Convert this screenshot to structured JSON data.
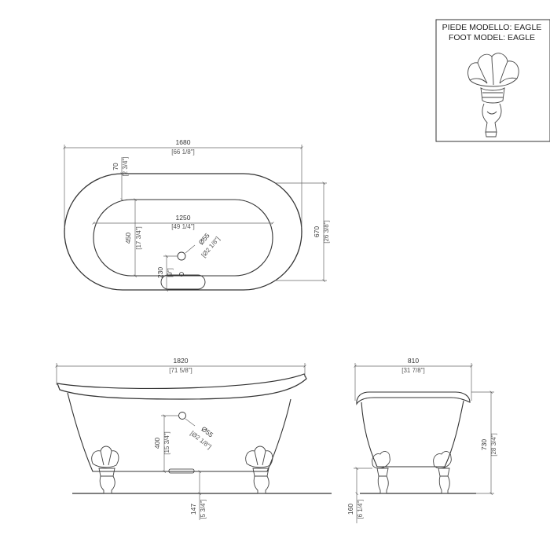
{
  "foot_box": {
    "title_it": "PIEDE MODELLO: EAGLE",
    "title_en": "FOOT MODEL: EAGLE"
  },
  "top_view": {
    "overall_length": {
      "mm": "1680",
      "in": "[66 1/8\"]"
    },
    "rim_width": {
      "mm": "70",
      "in": "[2 3/4\"]"
    },
    "inner_length": {
      "mm": "1250",
      "in": "[49 1/4\"]"
    },
    "inner_width": {
      "mm": "450",
      "in": "[17 3/4\"]"
    },
    "drain": {
      "mm": "Ø55",
      "in": "[Ø2 1/8\"]"
    },
    "drain_offset": {
      "mm": "230",
      "in": "[9\"]"
    },
    "overall_width": {
      "mm": "670",
      "in": "[26 3/8\"]"
    }
  },
  "side_view": {
    "overall_length": {
      "mm": "1820",
      "in": "[71 5/8\"]"
    },
    "drain_height": {
      "mm": "400",
      "in": "[15 3/4\"]"
    },
    "drain": {
      "mm": "Ø55",
      "in": "[Ø2 1/8\"]"
    },
    "floor_clearance": {
      "mm": "147",
      "in": "[5 3/4\"]"
    }
  },
  "end_view": {
    "overall_width": {
      "mm": "810",
      "in": "[31 7/8\"]"
    },
    "overall_height": {
      "mm": "730",
      "in": "[28 3/4\"]"
    },
    "foot_height": {
      "mm": "160",
      "in": "[6 1/4\"]"
    }
  }
}
